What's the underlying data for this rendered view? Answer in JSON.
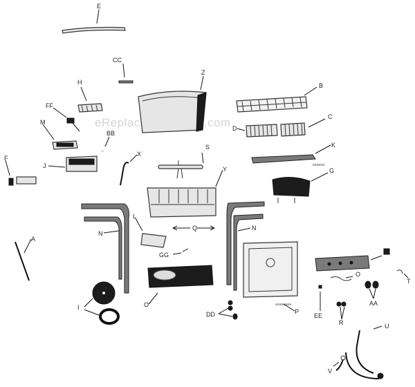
{
  "watermark": "eReplacementParts.com",
  "labels": {
    "E": "E",
    "CC": "CC",
    "Z": "Z",
    "H": "H",
    "B": "B",
    "FF": "FF",
    "C": "C",
    "M": "M",
    "BB": "BB",
    "D": "D",
    "X": "X",
    "S": "S",
    "K": "K",
    "F": "F",
    "J": "J",
    "Y": "Y",
    "G": "G",
    "N_left": "N",
    "N_right": "N",
    "Q": "Q",
    "A": "A",
    "GG": "GG",
    "L": "L",
    "P": "P",
    "EE": "EE",
    "R": "R",
    "AA": "AA",
    "T": "T",
    "DD": "DD",
    "I": "I",
    "O": "O",
    "U": "U",
    "V": "V"
  }
}
